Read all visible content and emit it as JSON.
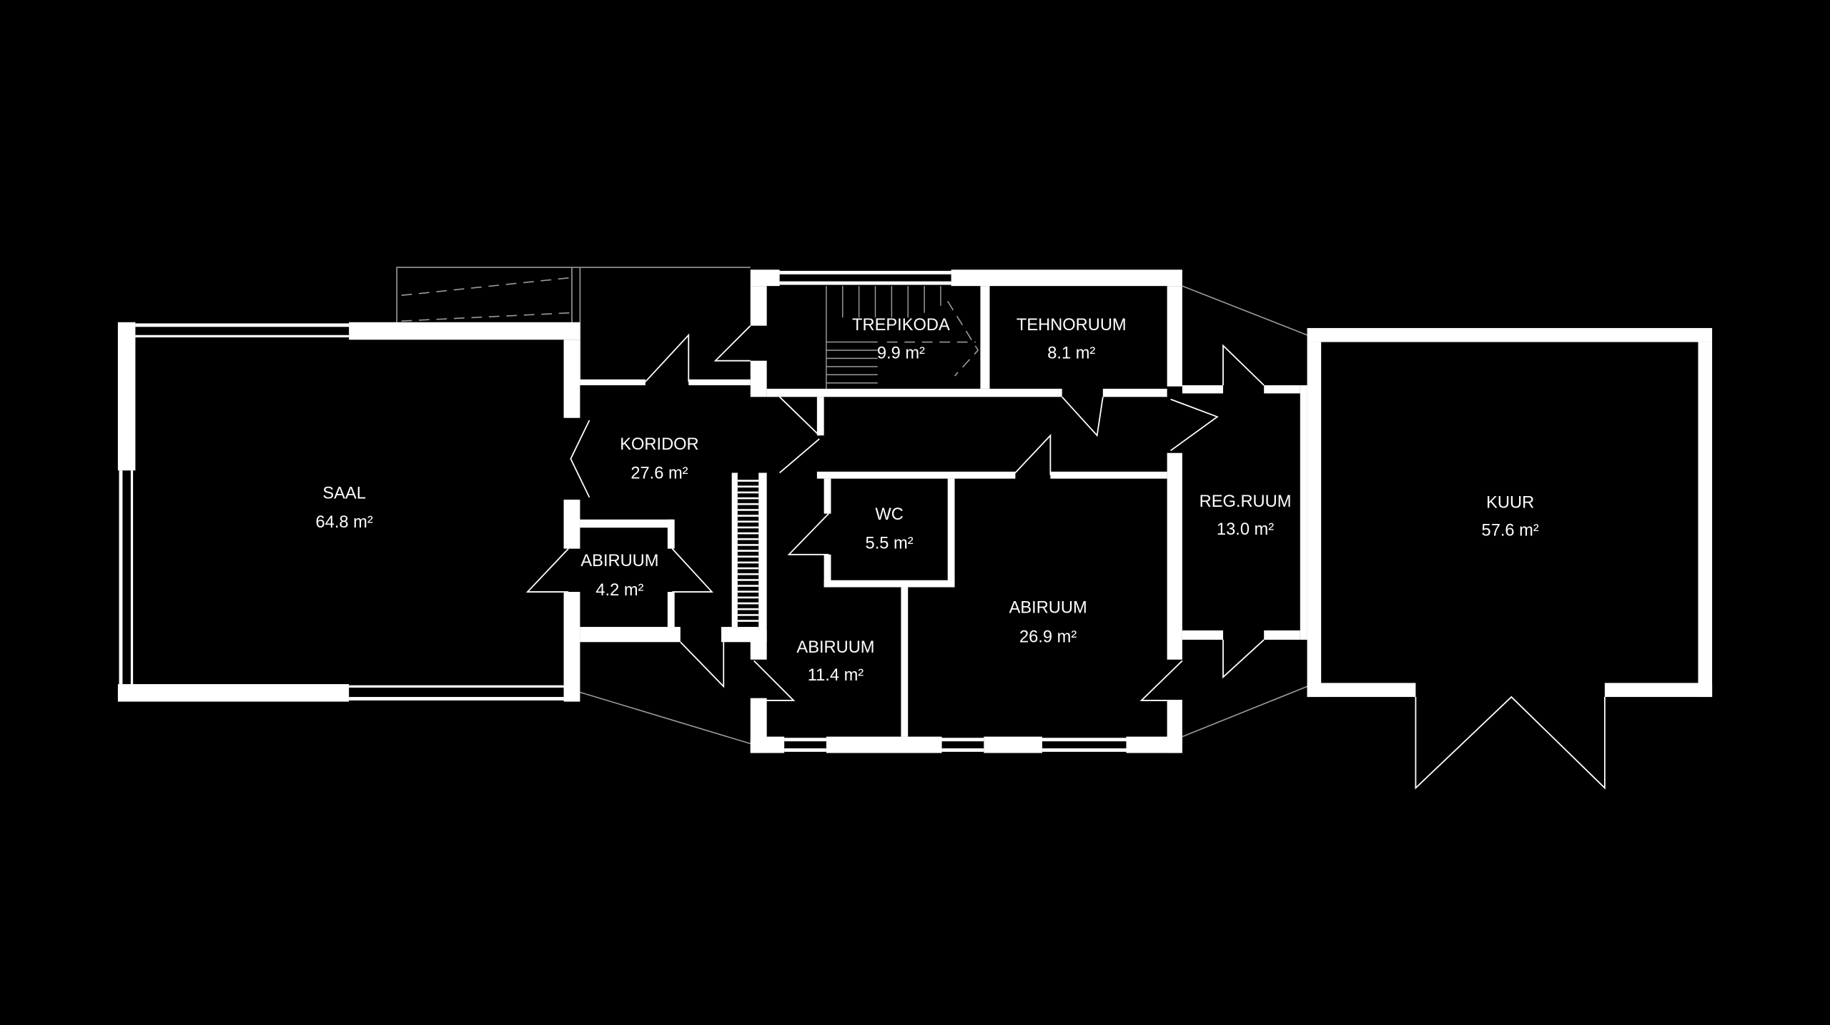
{
  "colors": {
    "background": "#000000",
    "wall": "#ffffff",
    "line": "#9a9a9a"
  },
  "plan": {
    "rooms": [
      {
        "name": "TREPIKODA",
        "area": "9.9 m²"
      },
      {
        "name": "TEHNORUUM",
        "area": "8.1 m²"
      },
      {
        "name": "KORIDOR",
        "area": "27.6 m²"
      },
      {
        "name": "SAAL",
        "area": "64.8 m²"
      },
      {
        "name": "WC",
        "area": "5.5 m²"
      },
      {
        "name": "ABIRUUM",
        "area": "4.2 m²"
      },
      {
        "name": "REG.RUUM",
        "area": "13.0 m²"
      },
      {
        "name": "KUUR",
        "area": "57.6 m²"
      },
      {
        "name": "ABIRUUM",
        "area": "26.9 m²"
      },
      {
        "name": "ABIRUUM",
        "area": "11.4 m²"
      }
    ]
  }
}
